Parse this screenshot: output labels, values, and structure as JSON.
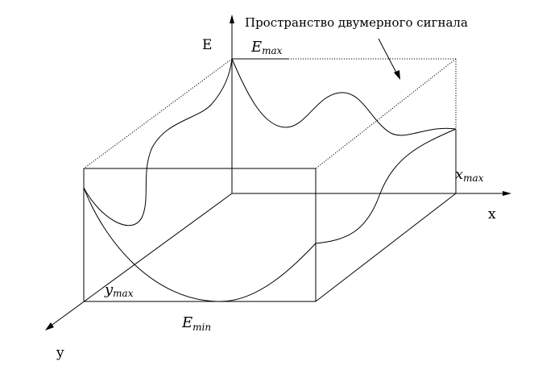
{
  "caption": "Пространство двумерного сигнала",
  "axes": {
    "e_axis": "E",
    "x_axis": "x",
    "y_axis": "y"
  },
  "labels": {
    "e_max": {
      "base": "E",
      "sub": "max"
    },
    "e_min": {
      "base": "E",
      "sub": "min"
    },
    "x_max": {
      "base": "x",
      "sub": "max"
    },
    "y_max": {
      "base": "y",
      "sub": "max"
    }
  }
}
